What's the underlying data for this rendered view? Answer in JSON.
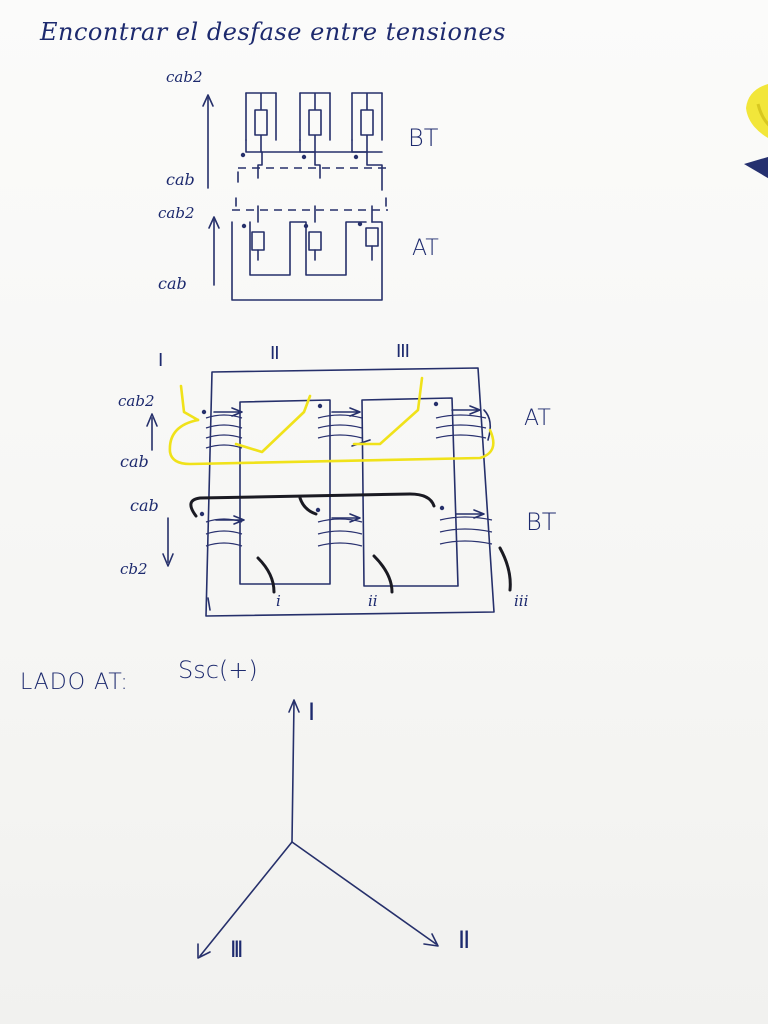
{
  "title": "Encontrar el desfase entre tensiones",
  "diagram1": {
    "bt_label": "BT",
    "at_label": "AT",
    "cab2_top": "cab2",
    "cab1_bt": "cab",
    "cab2_at": "cab2",
    "cab1_at": "cab"
  },
  "diagram2": {
    "col_I": "I",
    "col_II": "II",
    "col_III": "III",
    "at_label": "AT",
    "bt_label": "BT",
    "cab2_left": "cab2",
    "cab1_left": "cab",
    "cab1_bt_left": "cab",
    "cab2_bt_left": "cb2",
    "out_i": "i",
    "out_ii": "ii",
    "out_iii": "iii",
    "colors": {
      "ink": "#26306b",
      "yellow": "#f0e21a",
      "black": "#1a1a22"
    }
  },
  "phasor": {
    "side_label": "LADO AT:",
    "seq_label": "Ssc(+)",
    "axis_I": "I",
    "axis_II": "II",
    "axis_III": "III"
  },
  "decor": {
    "marker": "yellow-marker-icon"
  }
}
